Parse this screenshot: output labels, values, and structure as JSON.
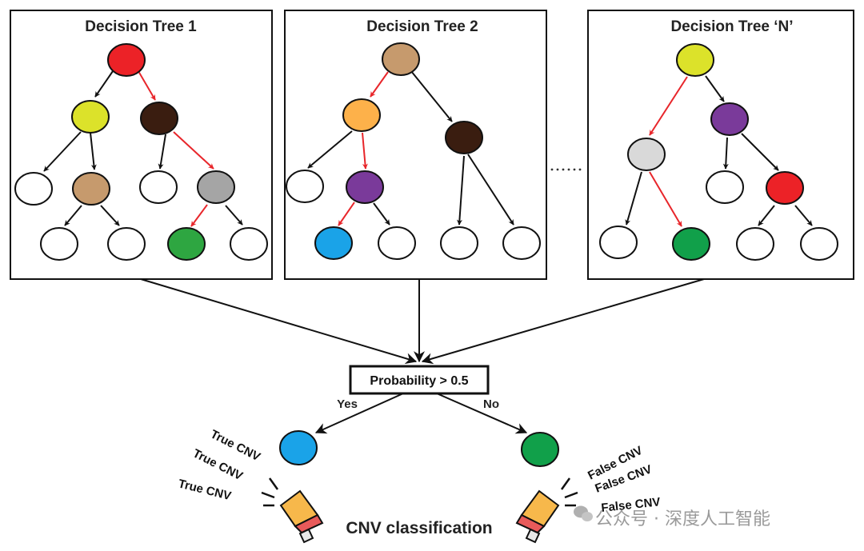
{
  "trees": [
    {
      "title": "Decision Tree 1"
    },
    {
      "title": "Decision Tree 2"
    },
    {
      "title": "Decision Tree ‘N’"
    }
  ],
  "decision": {
    "text": "Probability > 0.5",
    "yes_label": "Yes",
    "no_label": "No"
  },
  "outcomes": {
    "true_labels": [
      "True CNV",
      "True CNV",
      "True CNV"
    ],
    "false_labels": [
      "False CNV",
      "False CNV",
      "False CNV"
    ],
    "true_color": "#1aa3e8",
    "false_color": "#11a04a"
  },
  "classification_label": "CNV classification",
  "watermark": "公众号 · 深度人工智能",
  "colors": {
    "red": "#ec2227",
    "yellow": "#dce22a",
    "dark_brown": "#3a1d10",
    "tan": "#c69a6d",
    "gray": "#a5a5a5",
    "light_gray": "#d9d9d9",
    "green": "#2ea641",
    "dark_green": "#11a04a",
    "orange": "#fdb14a",
    "purple": "#7a3a9a",
    "blue": "#1aa3e8",
    "white": "#ffffff"
  }
}
